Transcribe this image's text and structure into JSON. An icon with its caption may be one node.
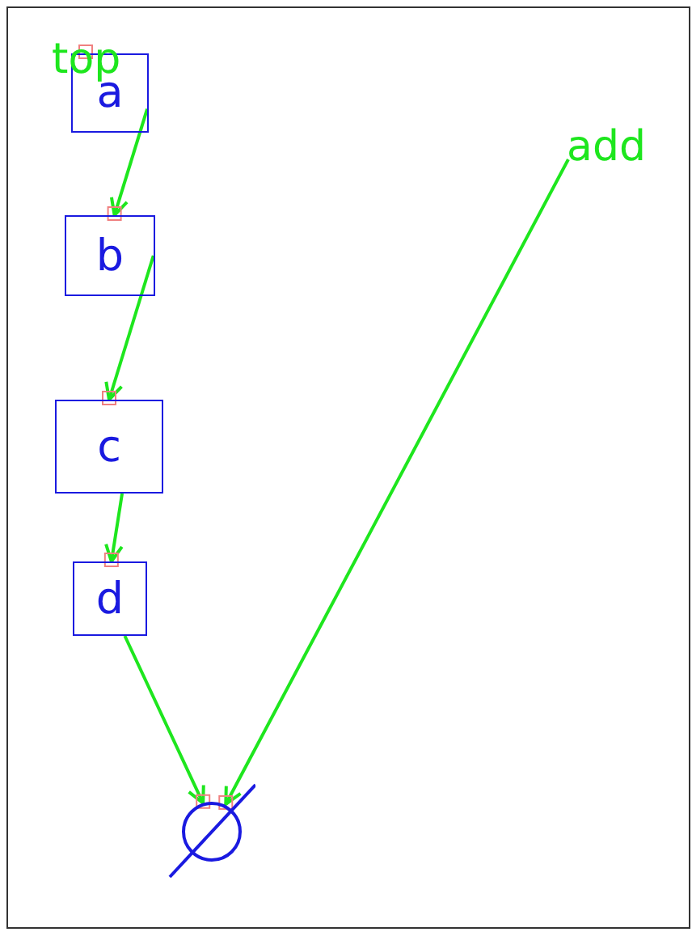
{
  "diagram": {
    "nodes": [
      {
        "text": [
          "a"
        ]
      },
      {
        "text": [
          "b"
        ]
      },
      {
        "text": [
          "c"
        ]
      },
      {
        "text": [
          "d"
        ]
      },
      {
        "text": [],
        "shape": "circle"
      },
      {
        "text": [
          "add"
        ]
      }
    ],
    "edges": [
      {
        "from": 0,
        "to": 1,
        "arrow": "to"
      },
      {
        "from": 1,
        "to": 2,
        "arrow": "to"
      },
      {
        "from": 2,
        "to": 3,
        "arrow": "to"
      },
      {
        "from": 3,
        "to": 4,
        "arrow": "to"
      },
      {
        "from": 5,
        "to": 4,
        "arrow": "to"
      }
    ],
    "labels": [
      "top"
    ]
  }
}
